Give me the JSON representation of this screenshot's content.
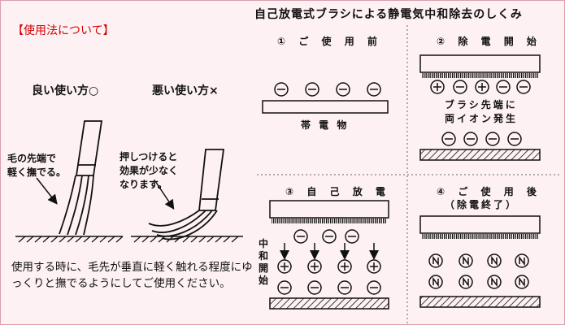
{
  "usage": {
    "title": "【使用法について】",
    "good_label": "良い使い方○",
    "bad_label": "悪い使い方×",
    "good_note_1": "毛の先端で",
    "good_note_2": "軽く撫でる。",
    "bad_note_1": "押しつけると",
    "bad_note_2": "効果が少なく",
    "bad_note_3": "なります。",
    "description": "使用する時に、毛先が垂直に軽く触れる程度にゆっくりと撫でるようにしてご使用ください。"
  },
  "mechanism": {
    "title": "自己放電式ブラシによる静電気中和除去のしくみ",
    "panels": [
      {
        "title": "① ご 使 用 前",
        "label": "帯 電 物"
      },
      {
        "title": "② 除 電 開 始",
        "label_1": "ブラシ先端に",
        "label_2": "両イオン発生"
      },
      {
        "title": "③ 自 己 放 電",
        "side_label": "中和開始"
      },
      {
        "title": "④ ご 使 用 後",
        "subtitle": "（除電終了）"
      }
    ]
  },
  "colors": {
    "usage_title": "#d40000",
    "background": "#fdf1f3",
    "border": "#d9a0ad"
  }
}
